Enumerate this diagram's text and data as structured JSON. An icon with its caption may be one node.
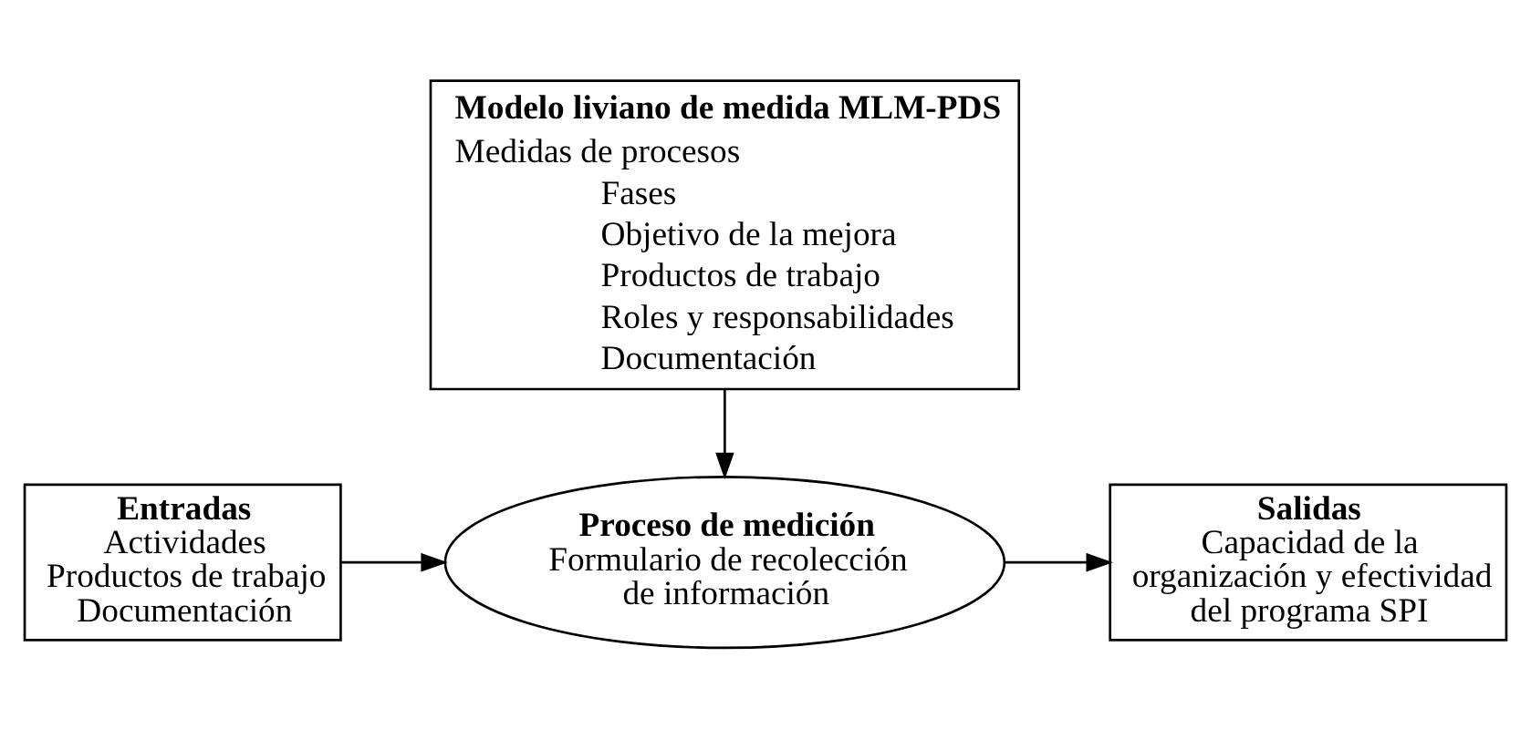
{
  "diagram": {
    "nodes": [
      {
        "text": [
          "Modelo liviano de medida MLM-PDS",
          "Medidas de procesos",
          "Fases",
          "Objetivo de la mejora",
          "Productos de trabajo",
          "Roles y responsabilidades",
          "Documentación"
        ]
      },
      {
        "text": [
          "Entradas",
          "Actividades",
          "Productos de trabajo",
          "Documentación"
        ]
      },
      {
        "text": [
          "Proceso de medición",
          "Formulario de recolección de información"
        ]
      },
      {
        "text": [
          "Salidas",
          "Capacidad de la organización y efectividad del programa SPI"
        ]
      }
    ],
    "edges": [
      {
        "from": 0,
        "to": 2,
        "arrow": "to"
      },
      {
        "from": 1,
        "to": 2,
        "arrow": "to"
      },
      {
        "from": 2,
        "to": 3,
        "arrow": "to"
      }
    ]
  }
}
